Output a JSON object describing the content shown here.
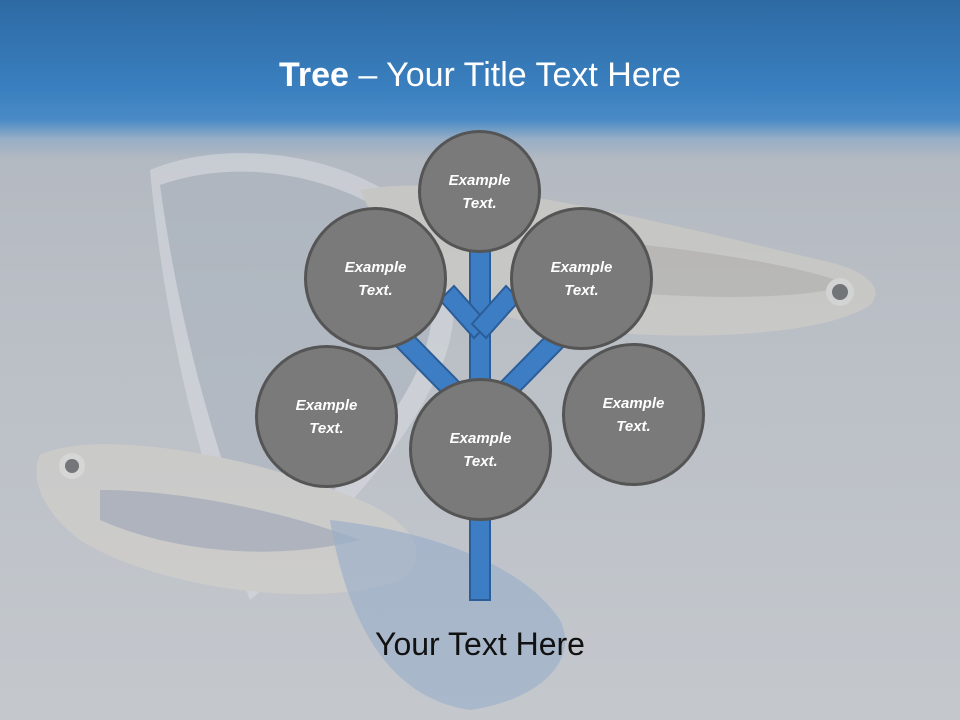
{
  "title": {
    "bold": "Tree",
    "rest": " – Your Title Text Here"
  },
  "nodes": [
    {
      "label": "Example Text."
    },
    {
      "label": "Example Text."
    },
    {
      "label": "Example Text."
    },
    {
      "label": "Example Text."
    },
    {
      "label": "Example Text."
    },
    {
      "label": "Example Text."
    }
  ],
  "footer": "Your Text Here",
  "colors": {
    "header": "#3a7fbf",
    "branch": "#3d7dc4",
    "branch_border": "#2b5e99",
    "node_fill": "#7a7a7a",
    "node_border": "#555555"
  }
}
